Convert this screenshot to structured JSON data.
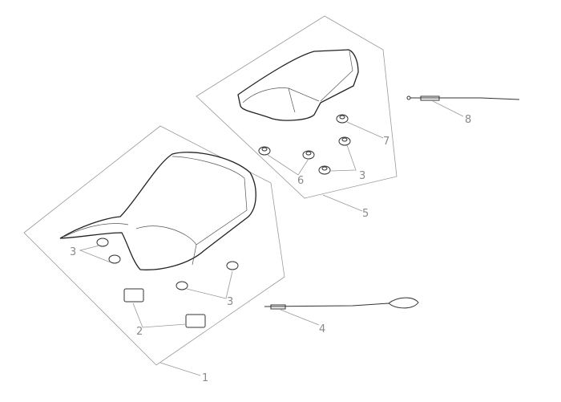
{
  "diagram": {
    "callouts": {
      "front_seat": "1",
      "bracket": "2",
      "bumper_front_left": "3",
      "bumper_front_right": "3",
      "bumper_rear": "3",
      "front_cable": "4",
      "rear_seat": "5",
      "rear_spacer": "6",
      "rear_bumper_top": "7",
      "rear_cable": "8"
    }
  }
}
